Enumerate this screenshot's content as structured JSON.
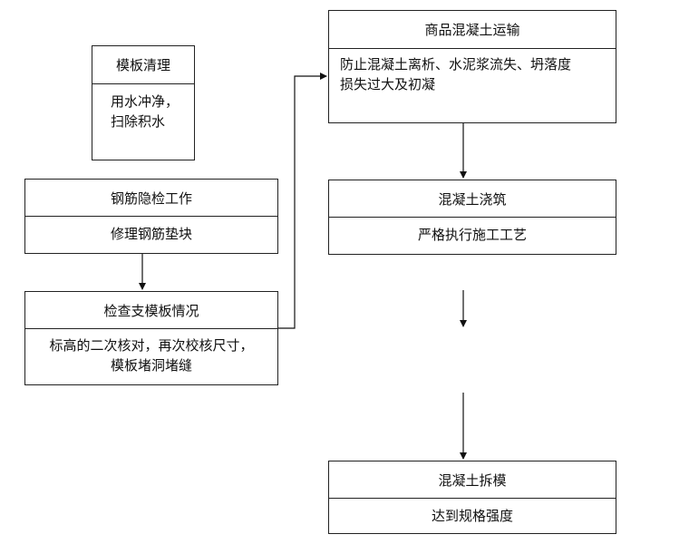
{
  "template_clean": {
    "title": "模板清理",
    "body_line1": "用水冲净，",
    "body_line2": "扫除积水"
  },
  "rebar_check": {
    "title": "钢筋隐检工作",
    "body": "修理钢筋垫块"
  },
  "formwork_check": {
    "title": "检查支模板情况",
    "body_line1": "标高的二次核对，再次校核尺寸，",
    "body_line2": "模板堵洞堵缝"
  },
  "transport": {
    "title": "商品混凝土运输",
    "body_line1": "防止混凝土离析、水泥浆流失、坍落度",
    "body_line2": "损失过大及初凝"
  },
  "pouring": {
    "title": "混凝土浇筑",
    "body": "严格执行施工工艺"
  },
  "demolding": {
    "title": "混凝土拆模",
    "body": "达到规格强度"
  }
}
